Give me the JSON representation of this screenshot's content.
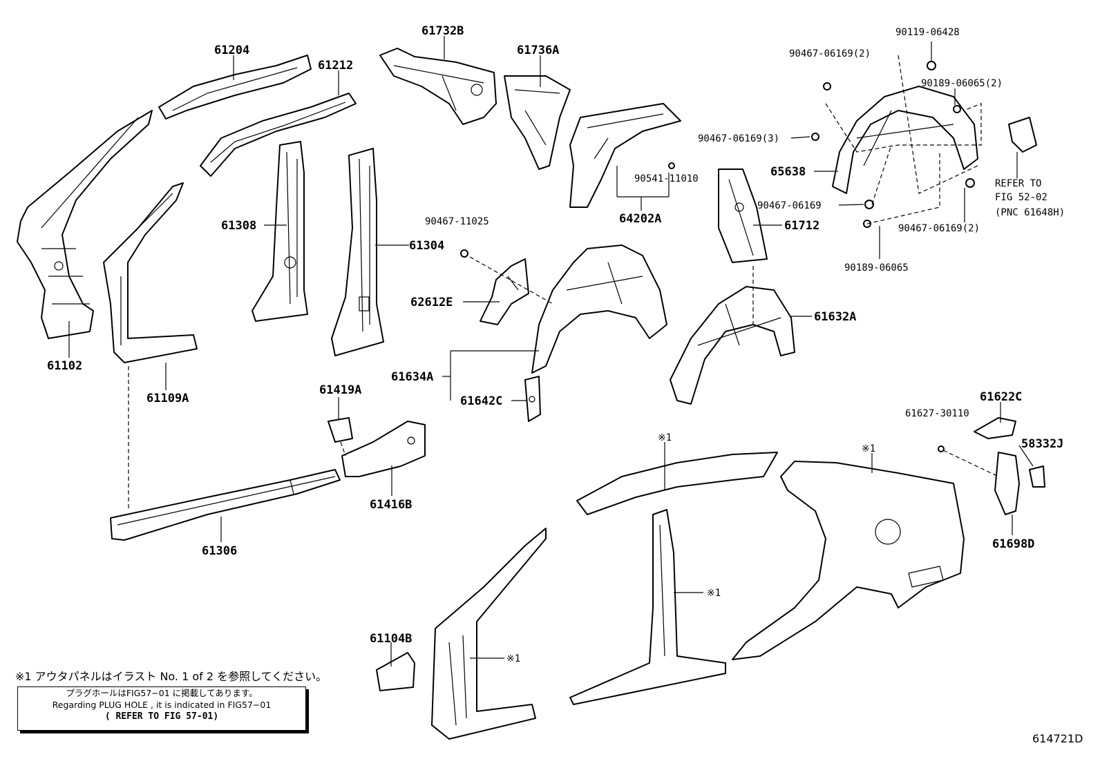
{
  "labels": {
    "p61732B": "61732B",
    "p61736A": "61736A",
    "p61204": "61204",
    "p61212": "61212",
    "p61308": "61308",
    "p61304": "61304",
    "p61102": "61102",
    "p61109A": "61109A",
    "p90467_11025": "90467-11025",
    "p62612E": "62612E",
    "p61634A": "61634A",
    "p61642C": "61642C",
    "p64202A": "64202A",
    "p90541_11010": "90541-11010",
    "p90467_06169_3": "90467-06169(3)",
    "p90467_06169_2_top": "90467-06169(2)",
    "p90119_06428": "90119-06428",
    "p90189_06065_2": "90189-06065(2)",
    "p65638": "65638",
    "p90467_06169": "90467-06169",
    "p90467_06169_2_right": "90467-06169(2)",
    "p90189_06065": "90189-06065",
    "p61712": "61712",
    "p61632A": "61632A",
    "refer_line1": "REFER TO",
    "refer_line2": "FIG 52-02",
    "refer_line3": "(PNC 61648H)",
    "p61419A": "61419A",
    "p61416B": "61416B",
    "p61306": "61306",
    "p61622C": "61622C",
    "p61627_30110": "61627-30110",
    "p58332J": "58332J",
    "p61698D": "61698D",
    "p61104B": "61104B",
    "ref1_roof": "※1",
    "ref1_quarter": "※1",
    "ref1_cpillar": "※1",
    "ref1_apillar": "※1"
  },
  "notes": {
    "outer_panel_note": "※1 アウタパネルはイラスト No. 1 of 2 を参照してください。",
    "plug_hole_jp": "プラグホールはFIG57−01 に掲載してあります。",
    "plug_hole_en": "Regarding PLUG HOLE , it is indicated in FIG57−01",
    "plug_hole_refer": "( REFER TO FIG 57-01)"
  },
  "figure_id": "614721D"
}
